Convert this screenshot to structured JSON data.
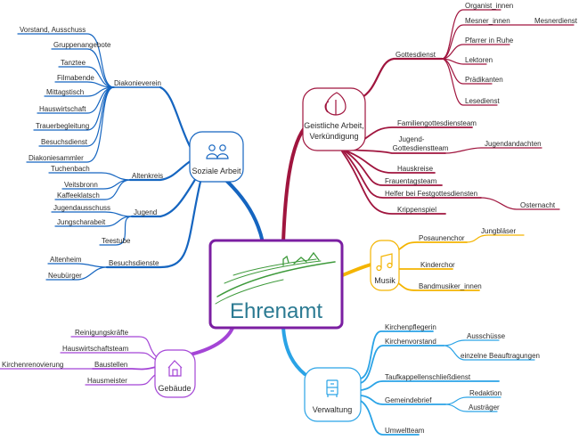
{
  "colors": {
    "center": "#7b1fa2",
    "soziale": "#1565c0",
    "geistlich": "#a0153e",
    "musik": "#f4b400",
    "gebaeude": "#a445d6",
    "verwaltung": "#2aa3e6",
    "logo_green": "#3e9a3b",
    "title": "#2b7a92"
  },
  "central": {
    "title": "Ehrenamt"
  },
  "branches": {
    "soziale": {
      "label": "Soziale Arbeit",
      "icon": "people-icon",
      "groups": [
        {
          "label": "Diakonieverein",
          "items": [
            "Vorstand, Ausschuss",
            "Gruppenangebote",
            "Tanztee",
            "Filmabende",
            "Mittagstisch",
            "Hauswirtschaft",
            "Trauerbegleitung",
            "Besuchsdienst",
            "Diakoniesammler"
          ]
        },
        {
          "label": "Altenkreis",
          "items": [
            "Tuchenbach",
            "Veitsbronn",
            "Kaffeeklatsch"
          ]
        },
        {
          "label": "Jugend",
          "items": [
            "Jugendausschuss",
            "Jungscharabeit",
            "Teestube"
          ]
        },
        {
          "label": "Besuchsdienste",
          "items": [
            "Altenheim",
            "Neubürger"
          ]
        }
      ]
    },
    "geistlich": {
      "label_line1": "Geistliche Arbeit,",
      "label_line2": "Verkündigung",
      "icon": "leaf-icon",
      "gottesdienst": {
        "label": "Gottesdienst",
        "items": [
          "Organist_innen",
          "Mesner_innen",
          "Pfarrer in Ruhe",
          "Lektoren",
          "Prädikanten",
          "Lesedienst"
        ],
        "mesner_child": "Mesnerdienst"
      },
      "familien": "Familiengottesdiensteam",
      "jugendgd_line1": "Jugend-",
      "jugendgd_line2": "Gottesdienstteam",
      "jugendgd_child": "Jugendandachten",
      "hauskreise": "Hauskreise",
      "frauentag": "Frauentagsteam",
      "helfer": "Helfer bei Festgottesdiensten",
      "helfer_child": "Osternacht",
      "krippenspiel": "Krippenspiel"
    },
    "musik": {
      "label": "Musik",
      "icon": "music-note-icon",
      "items": [
        "Posaunenchor",
        "Kinderchor",
        "Bandmusiker_innen"
      ],
      "posaunen_child": "Jungbläser"
    },
    "gebaeude": {
      "label": "Gebäude",
      "icon": "house-icon",
      "items": [
        "Reinigungskräfte",
        "Hauswirtschaftsteam",
        "Baustellen",
        "Hausmeister"
      ],
      "baustellen_child": "Kirchenrenovierung"
    },
    "verwaltung": {
      "label": "Verwaltung",
      "icon": "cabinet-icon",
      "pfleger": "Kirchenpflegerin",
      "vorstand": "Kirchenvorstand",
      "vorstand_children": [
        "Ausschüsse",
        "einzelne Beauftragungen"
      ],
      "taufkapelle": "Taufkappellenschließdienst",
      "gemeindebrief": "Gemeindebrief",
      "gemeindebrief_children": [
        "Redaktion",
        "Austräger"
      ],
      "umwelt": "Umweltteam"
    }
  }
}
